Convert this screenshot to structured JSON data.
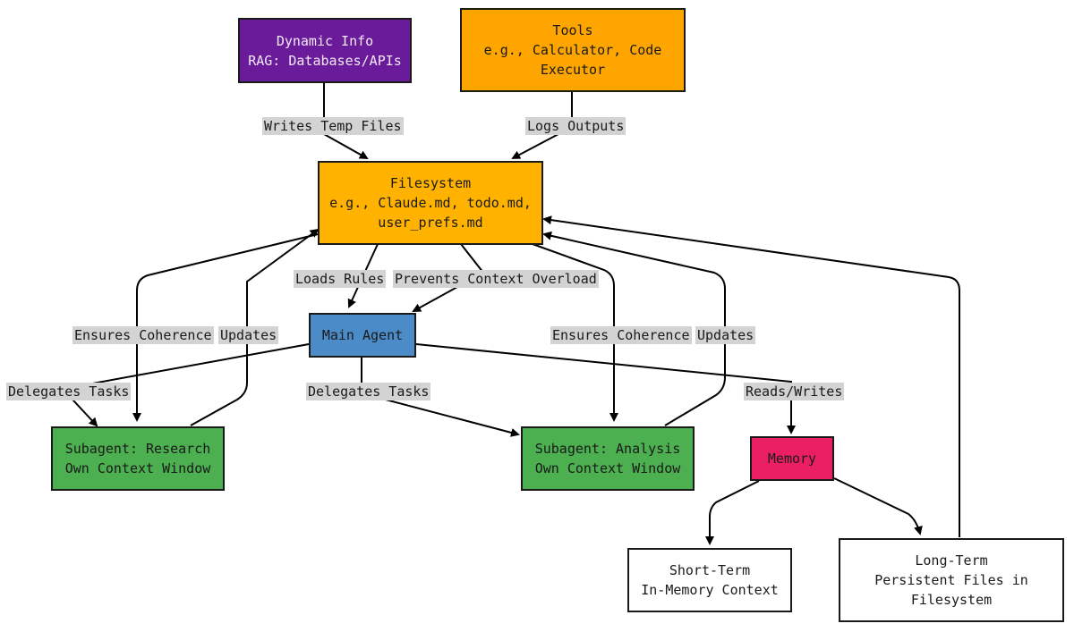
{
  "colors": {
    "dynamic": "#6a1b9a",
    "tools": "#ffa500",
    "filesystem": "#ffb300",
    "agent": "#4a8bc8",
    "subagent": "#4caf50",
    "memory": "#e91e63",
    "plain": "#ffffff",
    "label_bg": "#d3d3d3"
  },
  "nodes": {
    "dynamic": {
      "line1": "Dynamic Info",
      "line2": "RAG: Databases/APIs"
    },
    "tools": {
      "line1": "Tools",
      "line2": "e.g., Calculator, Code",
      "line3": "Executor"
    },
    "filesystem": {
      "line1": "Filesystem",
      "line2": "e.g., Claude.md, todo.md,",
      "line3": "user_prefs.md"
    },
    "main_agent": {
      "line1": "Main Agent"
    },
    "subagent_research": {
      "line1": "Subagent: Research",
      "line2": "Own Context Window"
    },
    "subagent_analysis": {
      "line1": "Subagent: Analysis",
      "line2": "Own Context Window"
    },
    "memory": {
      "line1": "Memory"
    },
    "short_term": {
      "line1": "Short-Term",
      "line2": "In-Memory Context"
    },
    "long_term": {
      "line1": "Long-Term",
      "line2": "Persistent Files in",
      "line3": "Filesystem"
    }
  },
  "edges": {
    "writes_temp_files": "Writes Temp Files",
    "logs_outputs": "Logs Outputs",
    "loads_rules": "Loads Rules",
    "prevents_overload": "Prevents Context Overload",
    "ensures_coherence_left": "Ensures Coherence",
    "updates_left": "Updates",
    "ensures_coherence_right": "Ensures Coherence",
    "updates_right": "Updates",
    "delegates_left": "Delegates Tasks",
    "delegates_center": "Delegates Tasks",
    "reads_writes": "Reads/Writes"
  }
}
